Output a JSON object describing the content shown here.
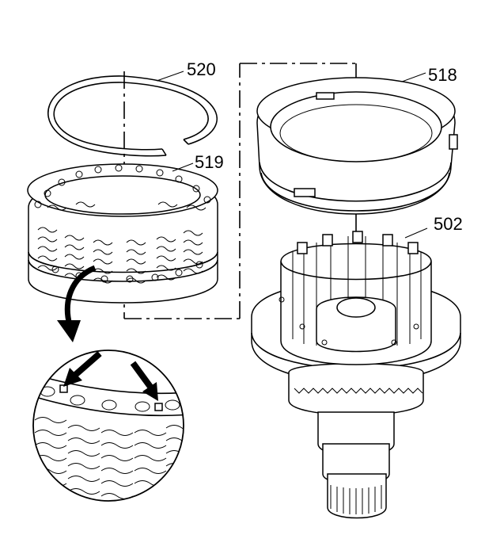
{
  "callouts": {
    "snap_ring": "520",
    "spring_assembly": "519",
    "piston_housing": "518",
    "clutch_housing": "502"
  }
}
